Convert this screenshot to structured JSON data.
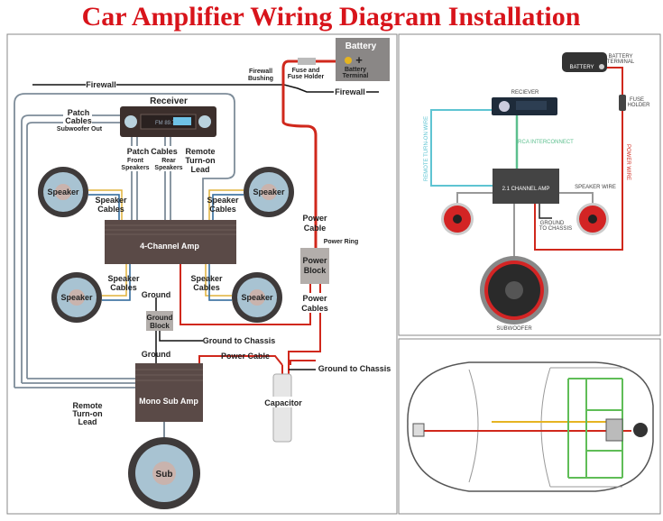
{
  "title": "Car Amplifier Wiring Diagram Installation",
  "colors": {
    "title": "#d8141b",
    "power_wire": "#d0281c",
    "patch_cable": "#7d8c99",
    "amp": "#5a4a47",
    "rca": "#5cbf8e",
    "remote_wire": "#5ec4d2"
  },
  "left": {
    "battery": "Battery",
    "battery_plus": "+",
    "battery_terminal": [
      "Battery",
      "Terminal"
    ],
    "fuse": [
      "Fuse and",
      "Fuse Holder"
    ],
    "firewall_bushing": [
      "Firewall",
      "Bushing"
    ],
    "firewall_left": "Firewall",
    "firewall_right": "Firewall",
    "receiver": "Receiver",
    "receiver_display": "FM 89.7",
    "patch_cables": [
      "Patch",
      "Cables"
    ],
    "subwoofer_out": "Subwoofer Out",
    "patch": "Patch",
    "cables": "Cables",
    "front_speakers": [
      "Front",
      "Speakers"
    ],
    "rear_speakers": [
      "Rear",
      "Speakers"
    ],
    "remote_lead": [
      "Remote",
      "Turn-on",
      "Lead"
    ],
    "speaker": "Speaker",
    "speaker_cables": [
      "Speaker",
      "Cables"
    ],
    "amp4": "4-Channel Amp",
    "power_cable": [
      "Power",
      "Cable"
    ],
    "power_ring": "Power Ring",
    "power_block": [
      "Power",
      "Block"
    ],
    "power_cables": [
      "Power",
      "Cables"
    ],
    "ground": "Ground",
    "ground_block": [
      "Ground",
      "Block"
    ],
    "ground_to_chassis": "Ground to Chassis",
    "power_cable_2": "Power Cable",
    "ground_to_chassis_2": "Ground to Chassis",
    "mono_amp": "Mono Sub Amp",
    "capacitor": "Capacitor",
    "remote_lead_2": [
      "Remote",
      "Turn-on",
      "Lead"
    ],
    "sub": "Sub"
  },
  "right": {
    "battery": "BATTERY",
    "battery_terminal": [
      "BATTERY",
      "TERMINAL"
    ],
    "fuse_holder": [
      "FUSE",
      "HOLDER"
    ],
    "receiver": "RECIEVER",
    "remote_wire": "REMOTE TURN-ON WIRE",
    "rca": "RCA INTERCONNECT",
    "amp": "2.1 CHANNEL AMP",
    "speaker_wire": "SPEAKER WIRE",
    "ground": [
      "GROUND",
      "TO CHASSIS"
    ],
    "power_wire": "POWER WIRE",
    "subwoofer": "SUBWOOFER"
  }
}
